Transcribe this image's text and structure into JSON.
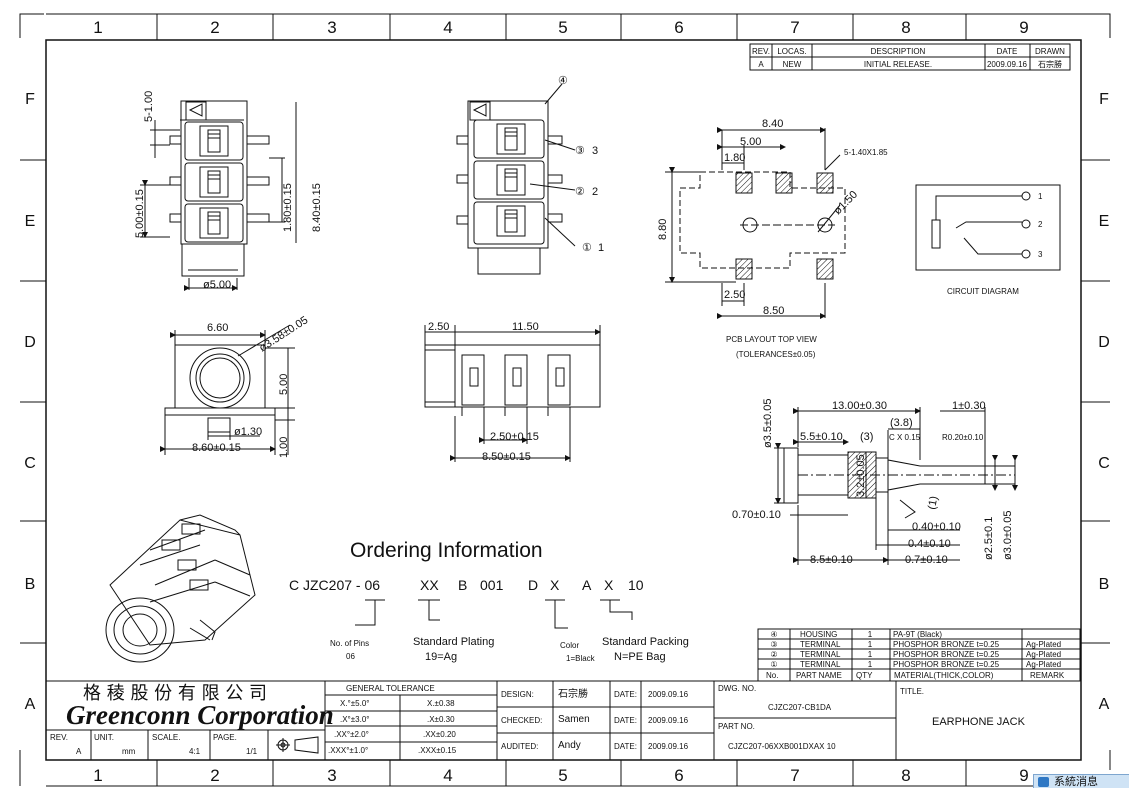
{
  "frame": {
    "columns": [
      "1",
      "2",
      "3",
      "4",
      "5",
      "6",
      "7",
      "8",
      "9"
    ],
    "rows": [
      "F",
      "E",
      "D",
      "C",
      "B",
      "A"
    ]
  },
  "revision_table": {
    "headers": [
      "REV.",
      "LOCAS.",
      "DESCRIPTION",
      "DATE",
      "DRAWN"
    ],
    "row": [
      "A",
      "NEW",
      "INITIAL RELEASE.",
      "2009.09.16",
      "石宗勝"
    ]
  },
  "top_views": {
    "dim_5_100": "5-1.00",
    "dim_500": "5.00±0.15",
    "dim_180": "1.80±0.15",
    "dim_840": "8.40±0.15",
    "dim_d500": "ø5.00",
    "callout_4": "④",
    "callout_3": "③",
    "callout_2": "②",
    "callout_1": "①",
    "num_3": "3",
    "num_2": "2",
    "num_1": "1"
  },
  "pcb_layout": {
    "dim_840": "8.40",
    "dim_500": "5.00",
    "dim_180": "1.80",
    "dim_pads": "5-1.40X1.85",
    "dim_hole": "ø1.50",
    "dim_880": "8.80",
    "dim_250": "2.50",
    "dim_850": "8.50",
    "title": "PCB LAYOUT TOP VIEW",
    "subtitle": "(TOLERANCES±0.05)"
  },
  "circuit": {
    "pins": [
      "1",
      "2",
      "3"
    ],
    "caption": "CIRCUIT DIAGRAM"
  },
  "front_view": {
    "dim_660": "6.60",
    "dim_358": "ø3.58±0.05",
    "dim_500": "5.00",
    "dim_130": "ø1.30",
    "dim_100": "1.00",
    "dim_860": "8.60±0.15"
  },
  "side_view": {
    "dim_250": "2.50",
    "dim_1150": "11.50",
    "dim_250b": "2.50±0.15",
    "dim_850": "8.50±0.15"
  },
  "section_view": {
    "dim_1300": "13.00±0.30",
    "dim_100": "1±0.30",
    "dim_38": "(3.8)",
    "dim_cx": "C X 0.15",
    "dim_r": "R0.20±0.10",
    "dim_55": "5.5±0.10",
    "dim_3": "(3)",
    "dim_35": "ø3.5±0.05",
    "dim_32": "3.2±0.05",
    "dim_070": "0.70±0.10",
    "dim_1": "(1)",
    "dim_040": "0.40±0.10",
    "dim_04": "0.4±0.10",
    "dim_07": "0.7±0.10",
    "dim_85": "8.5±0.10",
    "dim_25": "ø2.5±0.1",
    "dim_30": "ø3.0±0.05"
  },
  "ordering": {
    "title": "Ordering Information",
    "code": [
      "C JZC207 - 06",
      "XX",
      "B",
      "001",
      "D",
      "X",
      "A",
      "X",
      "10"
    ],
    "pins_label": "No. of Pins",
    "pins_value": "06",
    "plating_label": "Standard  Plating",
    "plating_value": "19=Ag",
    "color_label": "Color",
    "color_value": "1=Black",
    "packing_label": "Standard  Packing",
    "packing_value": "N=PE  Bag"
  },
  "bom": {
    "rows": [
      [
        "④",
        "HOUSING",
        "1",
        "PA-9T  (Black)",
        ""
      ],
      [
        "③",
        "TERMINAL",
        "1",
        "PHOSPHOR  BRONZE    t=0.25",
        "Ag-Plated"
      ],
      [
        "②",
        "TERMINAL",
        "1",
        "PHOSPHOR  BRONZE    t=0.25",
        "Ag-Plated"
      ],
      [
        "①",
        "TERMINAL",
        "1",
        "PHOSPHOR  BRONZE    t=0.25",
        "Ag-Plated"
      ]
    ],
    "headers": [
      "No.",
      "PART   NAME",
      "QTY",
      "MATERIAL(THICK,COLOR)",
      "REMARK"
    ]
  },
  "title_block": {
    "company_cn": "格 稜 股 份 有 限 公 司",
    "company_en": "Greenconn Corporation",
    "rev_label": "REV.",
    "rev_value": "A",
    "unit_label": "UNIT.",
    "unit_value": "mm",
    "scale_label": "SCALE.",
    "scale_value": "4:1",
    "page_label": "PAGE.",
    "page_value": "1/1",
    "tol_title": "GENERAL  TOLERANCE",
    "tol_rows": [
      [
        "X.°±5.0°",
        "X.±0.38"
      ],
      [
        ".X°±3.0°",
        ".X±0.30"
      ],
      [
        ".XX°±2.0°",
        ".XX±0.20"
      ],
      [
        ".XXX°±1.0°",
        ".XXX±0.15"
      ]
    ],
    "design_label": "DESIGN:",
    "design_value": "石宗勝",
    "checked_label": "CHECKED:",
    "checked_value": "Samen",
    "audited_label": "AUDITED:",
    "audited_value": "Andy",
    "date_label": "DATE:",
    "date_value": "2009.09.16",
    "dwg_label": "DWG. NO.",
    "dwg_value": "CJZC207-CB1DA",
    "part_label": "PART NO.",
    "part_value": "CJZC207-06XXB001DXAX 10",
    "title_label": "TITLE.",
    "title_value": "EARPHONE  JACK"
  },
  "taskbar": {
    "notice": "系統消息"
  }
}
